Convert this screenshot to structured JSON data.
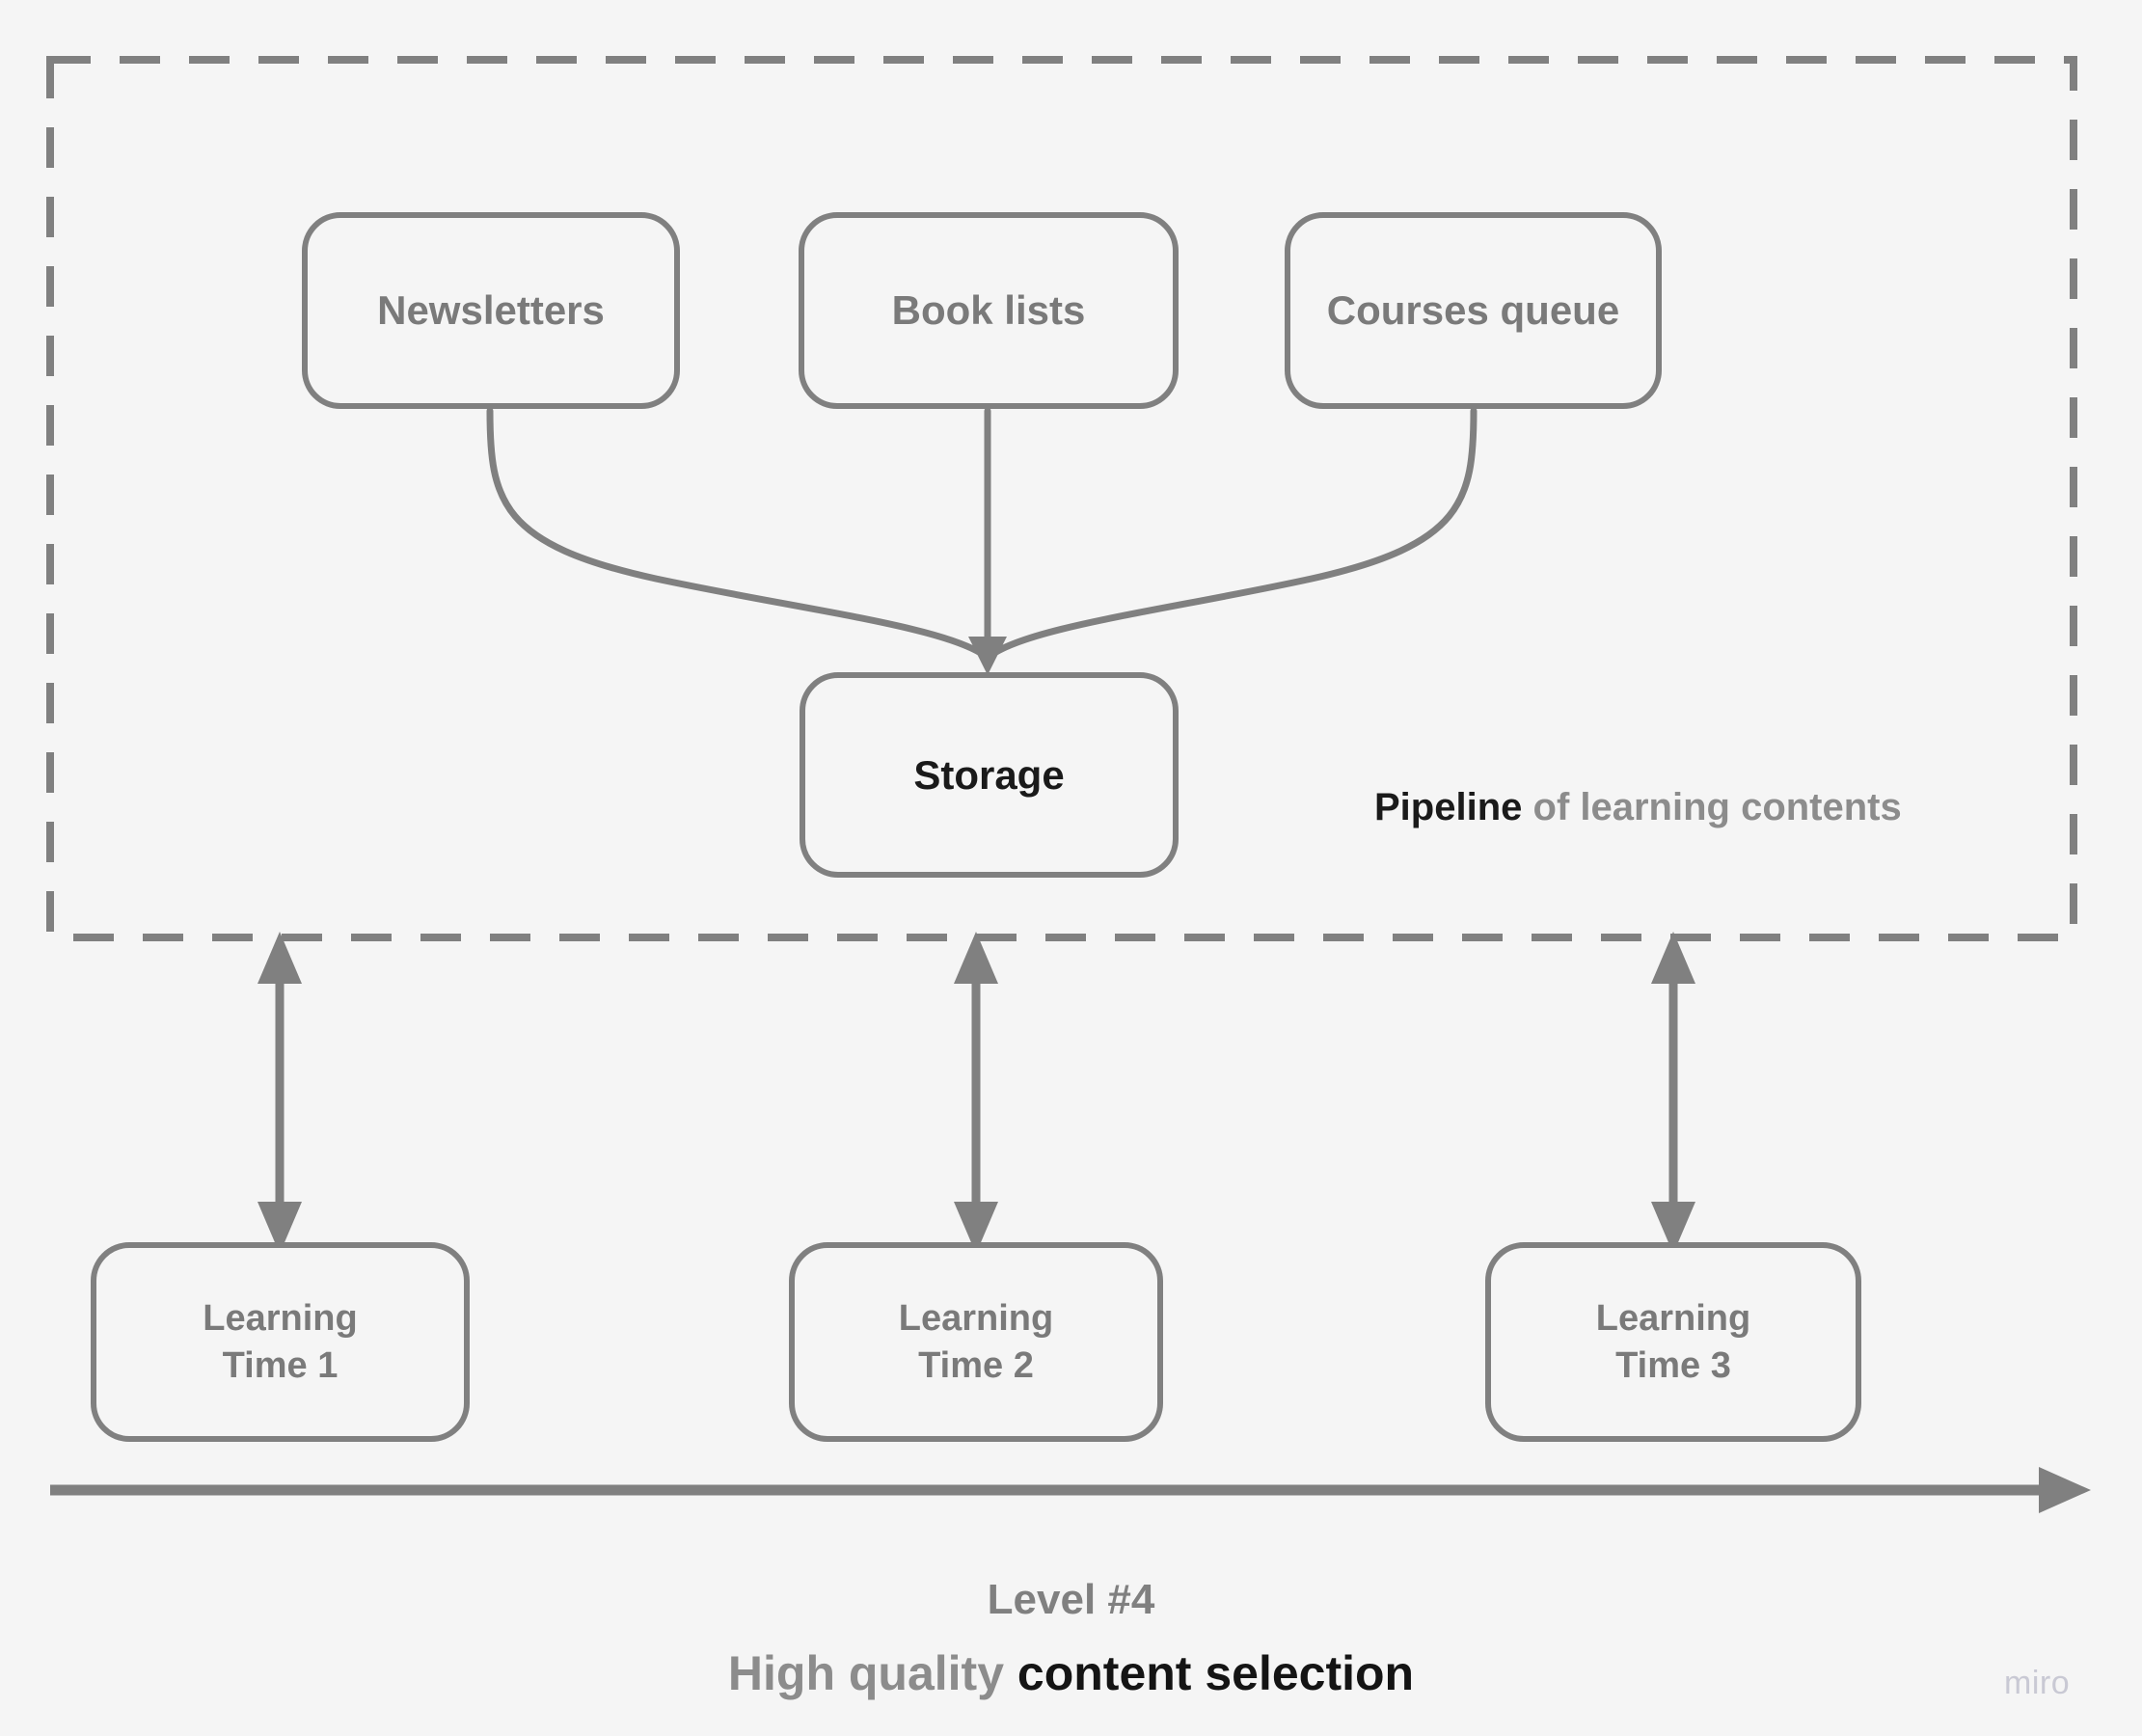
{
  "diagram": {
    "background_color": "#f5f5f5",
    "line_color": "#808080",
    "accent_dark": "#1a1a1a",
    "muted_text": "#8c8c8c",
    "sources": [
      {
        "id": "newsletters",
        "label": "Newsletters"
      },
      {
        "id": "book-lists",
        "label": "Book lists"
      },
      {
        "id": "courses-queue",
        "label": "Courses queue"
      }
    ],
    "storage": {
      "id": "storage",
      "label": "Storage"
    },
    "pipeline_label": {
      "strong": "Pipeline",
      "muted": " of learning contents"
    },
    "learning_times": [
      {
        "id": "learning-time-1",
        "line1": "Learning",
        "line2": "Time 1"
      },
      {
        "id": "learning-time-2",
        "line1": "Learning",
        "line2": "Time 2"
      },
      {
        "id": "learning-time-3",
        "line1": "Learning",
        "line2": "Time 3"
      }
    ],
    "caption": {
      "level": "Level #4",
      "muted": "High quality ",
      "strong": "content selection"
    },
    "watermark": "miro",
    "icons": {
      "arrowhead": "arrowhead-icon",
      "timeline_arrow": "timeline-arrow-icon",
      "dashed_boundary": "dashed-boundary-icon"
    }
  }
}
